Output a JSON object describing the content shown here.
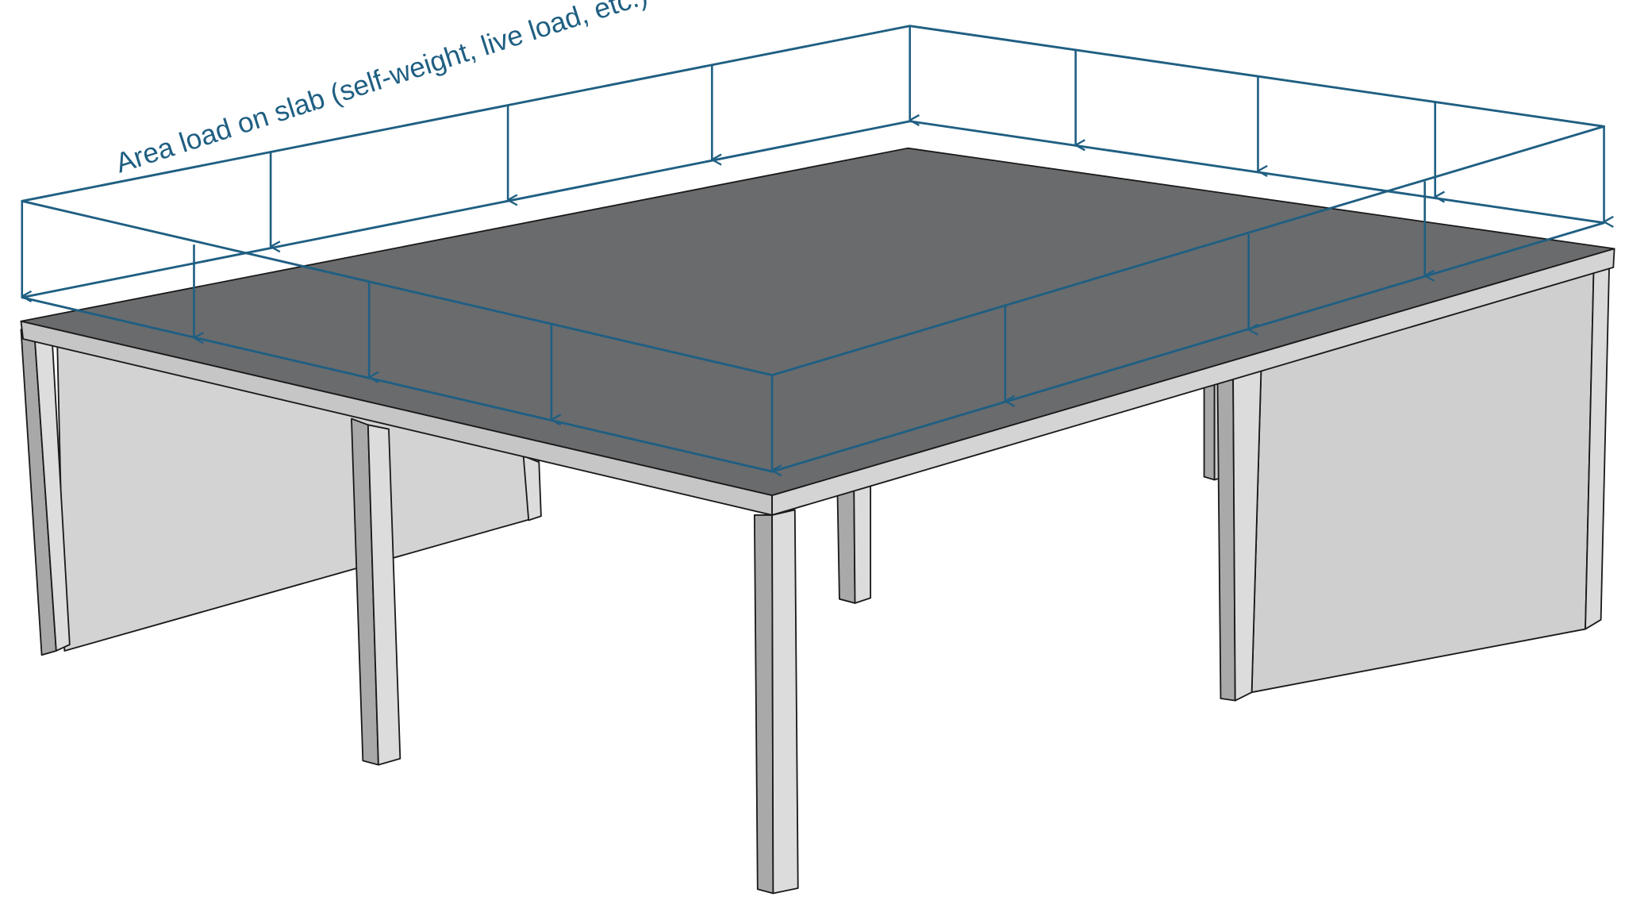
{
  "diagram": {
    "title": "Area load on slab (self-weight, live load, etc.)",
    "annotation": {
      "text": "Area load on slab (self-weight, live load, etc.)",
      "color": "#1f5f82",
      "rotation_deg": -17.8
    },
    "elements": {
      "slab": {
        "label": "slab",
        "top_color": "#6a6b6d",
        "edge_color": "#c8c8c8"
      },
      "walls": [
        {
          "name": "left-wall",
          "color": "#d3d3d3"
        },
        {
          "name": "right-wall",
          "color": "#cfcfcf"
        }
      ],
      "columns": [
        {
          "name": "front-corner-column"
        },
        {
          "name": "left-middle-column"
        },
        {
          "name": "back-middle-column"
        },
        {
          "name": "back-right-column"
        }
      ],
      "load_arrows": {
        "count": 16,
        "color": "#1f5f82"
      }
    },
    "colors": {
      "load_line": "#1f5f82",
      "slab_top": "#6a6b6d",
      "slab_edge": "#c9c9c9",
      "wall_face": "#d2d2d2",
      "column_light": "#dcdcdc",
      "column_dark": "#a9a9a9",
      "background": "#ffffff"
    }
  }
}
